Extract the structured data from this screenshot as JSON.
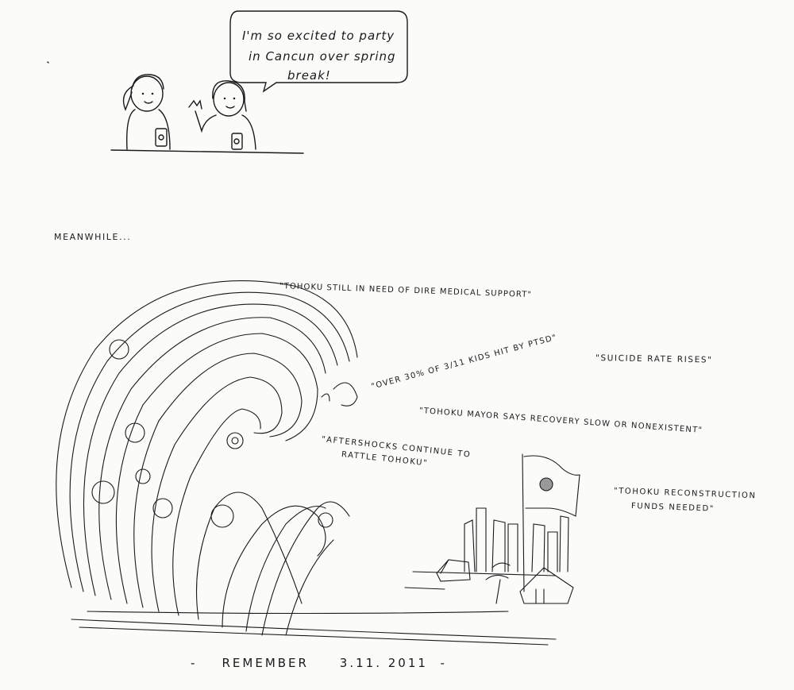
{
  "speech_bubble": {
    "lines": [
      "I'm so excited to party",
      "in Cancun over spring",
      "break!"
    ]
  },
  "meanwhile": "MEANWHILE...",
  "headlines": [
    "\"TOHOKU STILL IN NEED OF DIRE MEDICAL SUPPORT\"",
    "\"OVER 30% OF 3/11 KIDS HIT BY PTSD\"",
    "\"SUICIDE RATE RISES\"",
    "\"TOHOKU MAYOR SAYS RECOVERY SLOW OR NONEXISTENT\"",
    "\"AFTERSHOCKS CONTINUE TO",
    "RATTLE TOHOKU\"",
    "\"TOHOKU RECONSTRUCTION",
    "FUNDS NEEDED\""
  ],
  "caption": {
    "left_dash": "-",
    "text": "REMEMBER",
    "date": "3.11. 2011",
    "right_dash": "-"
  },
  "colors": {
    "ink": "#1a1a1a",
    "paper": "#fbfbfa",
    "flag_sun": "#9a9a9a"
  }
}
